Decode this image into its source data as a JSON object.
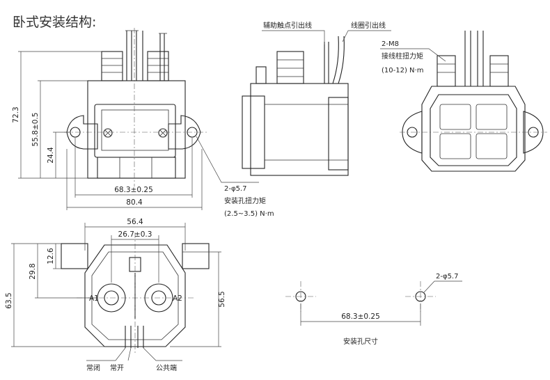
{
  "title": "卧式安装结构:",
  "front_view": {
    "dim_height_total": "72.3",
    "dim_height_mount": "55.8±0.5",
    "dim_height_hole": "24.4",
    "dim_hole_spacing": "68.3±0.25",
    "dim_width_total": "80.4",
    "hole_note_line1": "2-φ5.7",
    "hole_note_line2": "安装孔扭力矩",
    "hole_note_line3": "(2.5~3.5) N·m"
  },
  "side_view": {
    "aux_wire_label": "辅助触点引出线",
    "coil_wire_label": "线圈引出线"
  },
  "right_view": {
    "terminal_line1": "2-M8",
    "terminal_line2": "接线柱扭力矩",
    "terminal_line3": "(10-12) N·m"
  },
  "bottom_view": {
    "dim_width_top": "56.4",
    "dim_terminal_spacing": "26.7±0.3",
    "dim_12_6": "12.6",
    "dim_29_8": "29.8",
    "dim_63_5": "63.5",
    "dim_56_5": "56.5",
    "terminal_a1": "A1",
    "terminal_a2": "A2",
    "label_nc": "常闭",
    "label_no": "常开",
    "label_common": "公共端"
  },
  "hole_pattern": {
    "hole_note": "2-φ5.7",
    "dim_spacing": "68.3±0.25",
    "caption": "安装孔尺寸"
  }
}
